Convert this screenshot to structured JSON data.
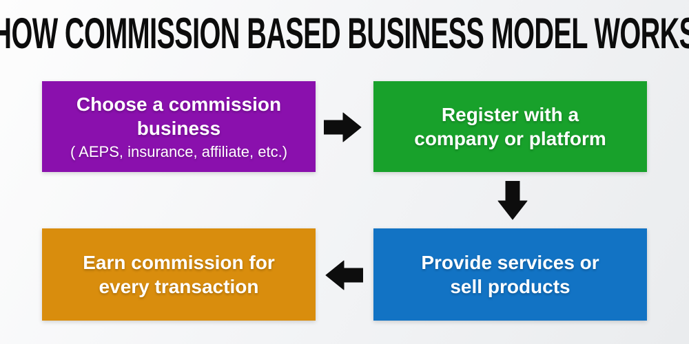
{
  "title": "HOW COMMISSION BASED BUSINESS MODEL WORKS",
  "steps": [
    {
      "label_line1": "Choose a commission",
      "label_line2": "business",
      "note": "( AEPS, insurance, affiliate, etc.)",
      "color": "#8A10AD"
    },
    {
      "label_line1": "Register with a",
      "label_line2": "company or platform",
      "color": "#18A12B"
    },
    {
      "label_line1": "Provide services or",
      "label_line2": "sell products",
      "color": "#1273C4"
    },
    {
      "label_line1": "Earn commission for",
      "label_line2": "every transaction",
      "color": "#D98D0D"
    }
  ],
  "arrows": [
    {
      "direction": "right"
    },
    {
      "direction": "down"
    },
    {
      "direction": "left"
    }
  ],
  "colors": {
    "step_text": "#FFFFFF",
    "arrow": "#0D0D0D",
    "title": "#0C0C0C"
  }
}
